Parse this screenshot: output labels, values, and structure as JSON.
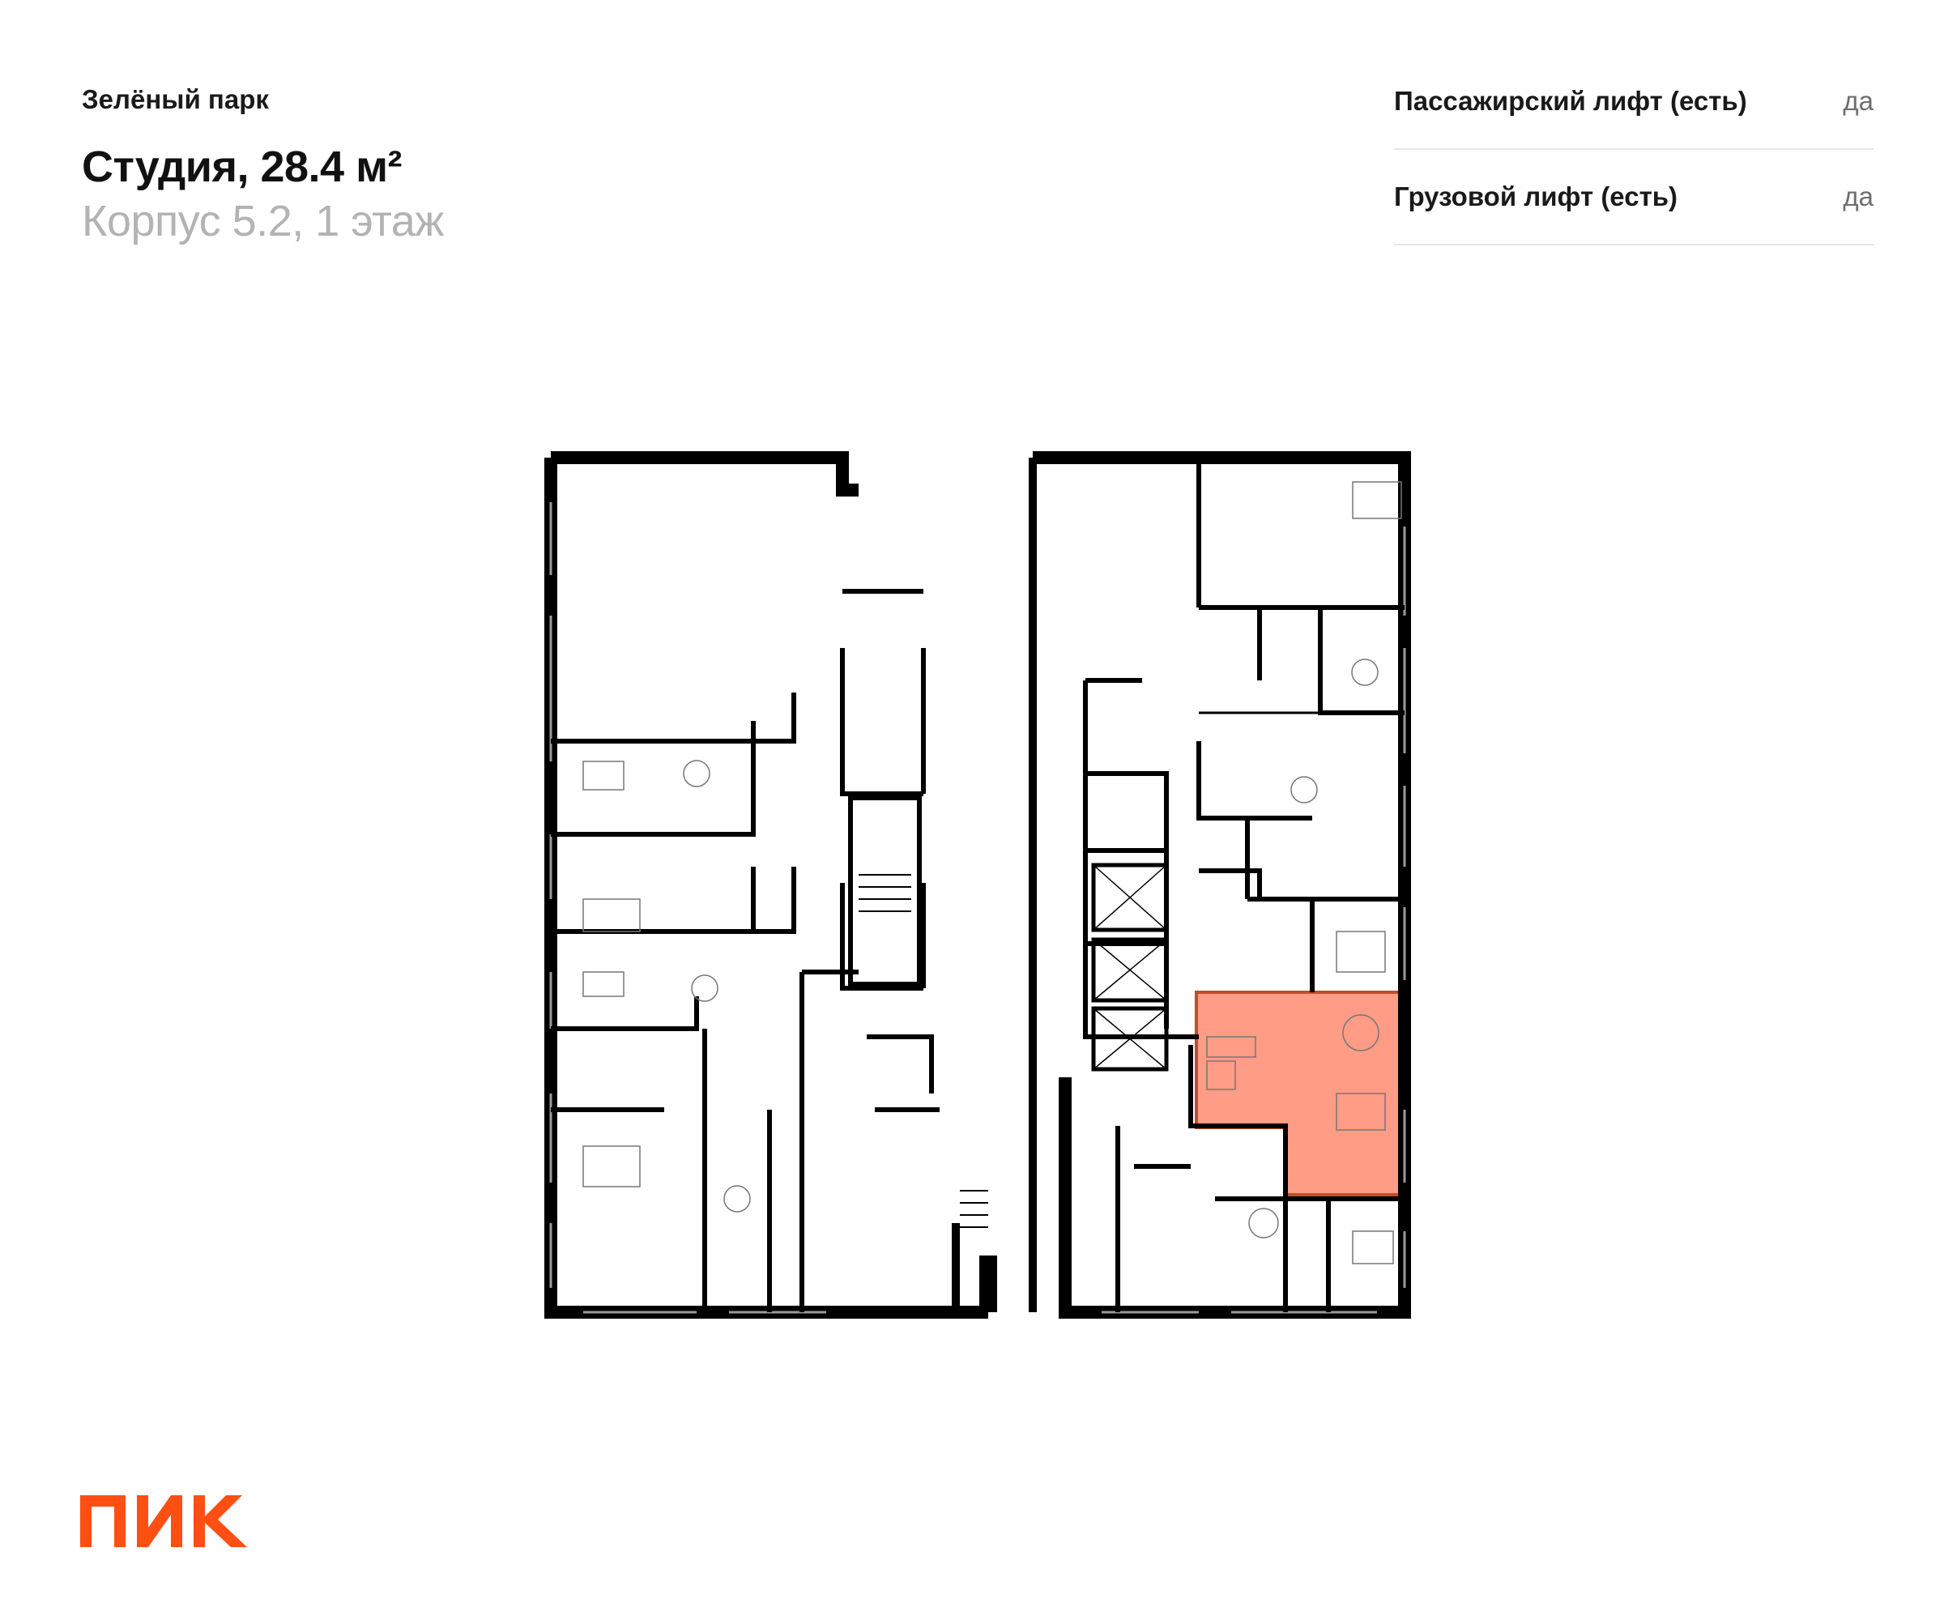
{
  "header": {
    "complex_name": "Зелёный парк",
    "apartment_title": "Студия, 28.4 м²",
    "building_floor": "Корпус 5.2, 1 этаж"
  },
  "features": [
    {
      "label": "Пассажирский лифт (есть)",
      "value": "да"
    },
    {
      "label": "Грузовой лифт (есть)",
      "value": "да"
    }
  ],
  "floor_plan": {
    "highlight_color": "#ff8b70",
    "wall_color": "#000000"
  },
  "brand": {
    "logo_text": "ПИК",
    "logo_color": "#ff4f12"
  }
}
